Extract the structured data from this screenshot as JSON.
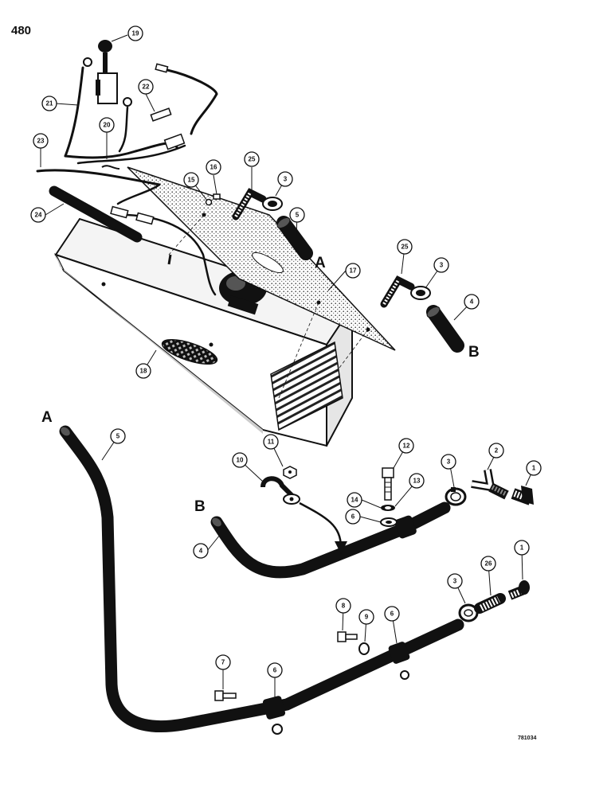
{
  "page": {
    "number": "480",
    "drawing_code": "781034"
  },
  "section_letters": {
    "a": "A",
    "b": "B"
  },
  "callouts": {
    "c1a": "1",
    "c1b": "1",
    "c2": "2",
    "c3a": "3",
    "c3b": "3",
    "c3c": "3",
    "c3d": "3",
    "c4a": "4",
    "c4b": "4",
    "c5a": "5",
    "c5b": "5",
    "c6a": "6",
    "c6b": "6",
    "c6c": "6",
    "c7": "7",
    "c8": "8",
    "c9": "9",
    "c10": "10",
    "c11": "11",
    "c12": "12",
    "c13": "13",
    "c14": "14",
    "c15": "15",
    "c16": "16",
    "c17": "17",
    "c18": "18",
    "c19": "19",
    "c20": "20",
    "c21": "21",
    "c22": "22",
    "c23": "23",
    "c24": "24",
    "c25a": "25",
    "c25b": "25",
    "c26": "26"
  }
}
